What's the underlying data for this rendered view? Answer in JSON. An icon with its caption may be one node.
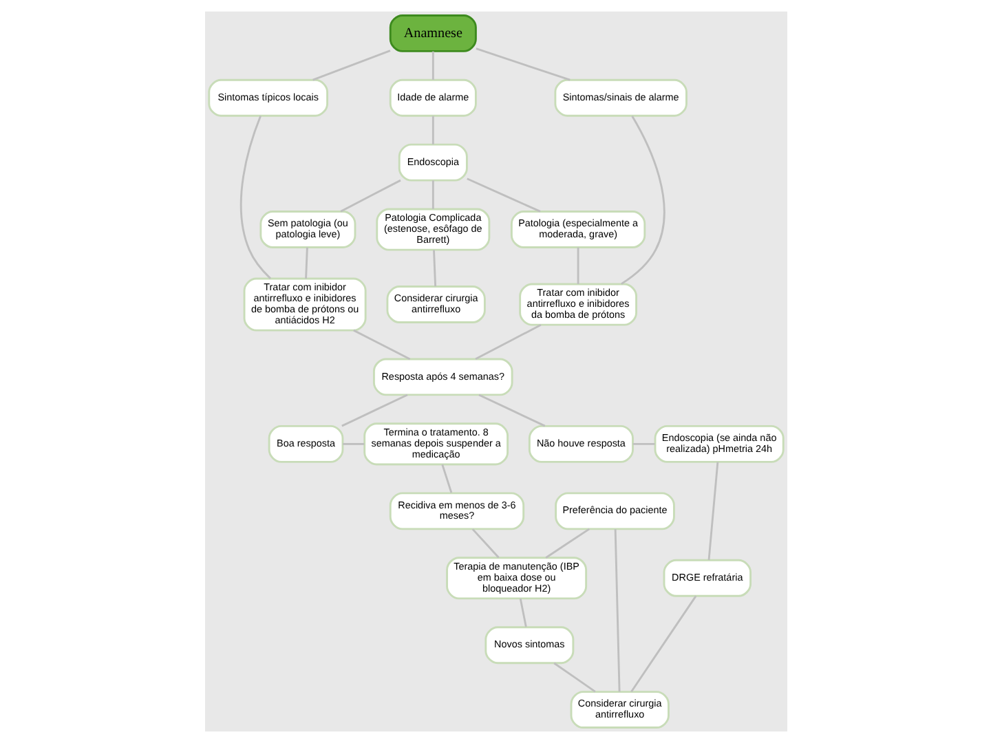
{
  "diagram": {
    "nodes": [
      {
        "text": [
          "Anamnese"
        ]
      },
      {
        "text": [
          "Sintomas típicos locais"
        ]
      },
      {
        "text": [
          "Idade de alarme"
        ]
      },
      {
        "text": [
          "Sintomas/sinais de alarme"
        ]
      },
      {
        "text": [
          "Endoscopia"
        ]
      },
      {
        "text": [
          "Sem patologia (ou patologia leve)"
        ]
      },
      {
        "text": [
          "Patologia Complicada (estenose, esôfago de Barrett)"
        ]
      },
      {
        "text": [
          "Patologia (especialmente a moderada, grave)"
        ]
      },
      {
        "text": [
          "Tratar com inibidor antirrefluxo e inibidores de bomba de prótons ou antiácidos H2"
        ]
      },
      {
        "text": [
          "Considerar cirurgia antirrefluxo"
        ]
      },
      {
        "text": [
          "Tratar com inibidor antirrefluxo e inibidores da bomba de prótons"
        ]
      },
      {
        "text": [
          "Resposta após 4 semanas?"
        ]
      },
      {
        "text": [
          "Termina o tratamento. 8 semanas depois suspender a medicação"
        ]
      },
      {
        "text": [
          "Boa resposta"
        ]
      },
      {
        "text": [
          "Não houve resposta"
        ]
      },
      {
        "text": [
          "Endoscopia (se ainda não realizada) pHmetria 24h"
        ]
      },
      {
        "text": [
          "Preferência do paciente"
        ]
      },
      {
        "text": [
          "DRGE refratária"
        ]
      },
      {
        "text": [
          "Recidiva em menos de 3-6 meses?"
        ]
      },
      {
        "text": [
          "Terapia de manutenção (IBP em baixa dose ou bloqueador H2)"
        ]
      },
      {
        "text": [
          "Novos sintomas"
        ]
      },
      {
        "text": [
          "Considerar cirurgia antirrefluxo"
        ]
      }
    ],
    "edges": [
      {
        "from": 0,
        "to": 1,
        "arrow": "none"
      },
      {
        "from": 0,
        "to": 2,
        "arrow": "none"
      },
      {
        "from": 0,
        "to": 3,
        "arrow": "none"
      },
      {
        "from": 2,
        "to": 4,
        "arrow": "none"
      },
      {
        "from": 4,
        "to": 5,
        "arrow": "none"
      },
      {
        "from": 4,
        "to": 6,
        "arrow": "none"
      },
      {
        "from": 4,
        "to": 7,
        "arrow": "none"
      },
      {
        "from": 1,
        "to": 8,
        "arrow": "none"
      },
      {
        "from": 5,
        "to": 8,
        "arrow": "none"
      },
      {
        "from": 6,
        "to": 9,
        "arrow": "none"
      },
      {
        "from": 7,
        "to": 10,
        "arrow": "none"
      },
      {
        "from": 3,
        "to": 10,
        "arrow": "none"
      },
      {
        "from": 8,
        "to": 11,
        "arrow": "none"
      },
      {
        "from": 10,
        "to": 11,
        "arrow": "none"
      },
      {
        "from": 11,
        "to": 13,
        "arrow": "none"
      },
      {
        "from": 11,
        "to": 14,
        "arrow": "none"
      },
      {
        "from": 13,
        "to": 12,
        "arrow": "none"
      },
      {
        "from": 14,
        "to": 15,
        "arrow": "none"
      },
      {
        "from": 15,
        "to": 17,
        "arrow": "none"
      },
      {
        "from": 12,
        "to": 18,
        "arrow": "none"
      },
      {
        "from": 16,
        "to": 19,
        "arrow": "none"
      },
      {
        "from": 16,
        "to": 21,
        "arrow": "none"
      },
      {
        "from": 17,
        "to": 21,
        "arrow": "none"
      },
      {
        "from": 18,
        "to": 19,
        "arrow": "none"
      },
      {
        "from": 19,
        "to": 20,
        "arrow": "none"
      },
      {
        "from": 20,
        "to": 21,
        "arrow": "none"
      }
    ]
  }
}
